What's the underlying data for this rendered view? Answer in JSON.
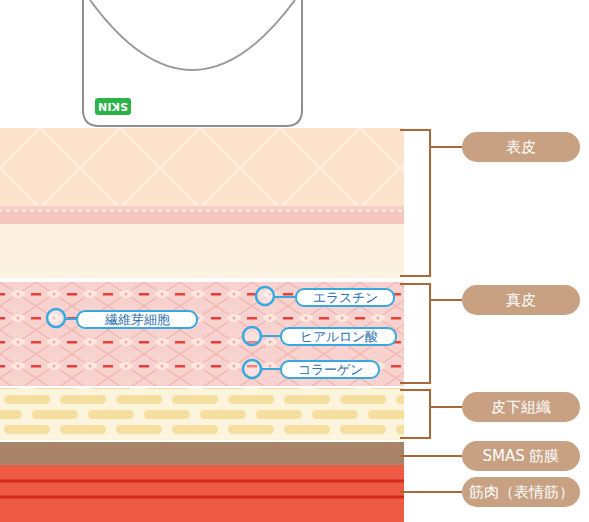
{
  "diagram": {
    "nodes": [
      {
        "text": [
          "SKIN"
        ]
      },
      {
        "text": [
          "表皮"
        ]
      },
      {
        "text": [
          "エラスチン"
        ]
      },
      {
        "text": [
          "真皮"
        ]
      },
      {
        "text": [
          "繊維芽細胞"
        ]
      },
      {
        "text": [
          "ヒアルロン酸"
        ]
      },
      {
        "text": [
          "コラーゲン"
        ]
      },
      {
        "text": [
          "皮下組織"
        ]
      },
      {
        "text": [
          "SMAS 筋膜"
        ]
      },
      {
        "text": [
          "筋肉（表情筋）"
        ]
      }
    ]
  }
}
